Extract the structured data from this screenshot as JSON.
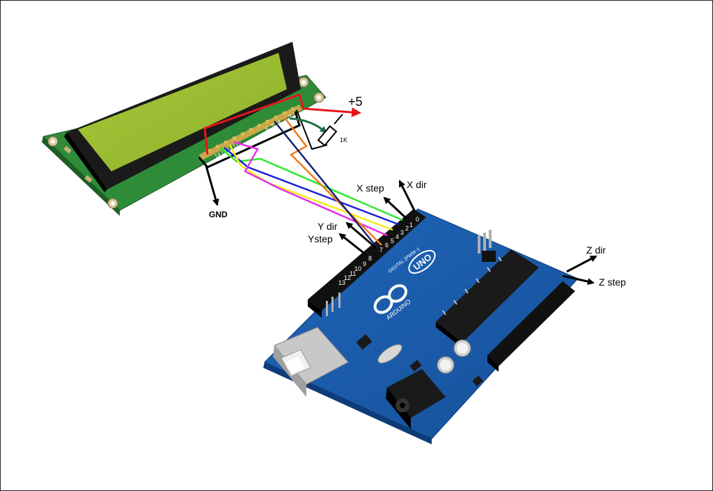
{
  "labels": {
    "plus5": "+5",
    "gnd": "GND",
    "resistor": "1K",
    "x_step": "X step",
    "x_dir": "X dir",
    "y_dir": "Y dir",
    "y_step": "Ystep",
    "z_dir": "Z dir",
    "z_step": "Z step"
  },
  "lcd_pins": {
    "p14": "14",
    "p13": "13",
    "p12": "12",
    "p11": "11",
    "p6": "6",
    "p5": "5",
    "p4": "4",
    "p3": "3",
    "p2": "2",
    "p1": "1"
  },
  "arduino_pins": {
    "d0": "0",
    "d1": "1",
    "d2": "2",
    "d3": "3",
    "d4": "4",
    "d5": "5",
    "d6": "6",
    "d7": "7",
    "d8": "8",
    "d9": "9",
    "d10": "10",
    "d11": "11",
    "d12": "12",
    "d13": "13"
  },
  "board": {
    "uno": "UNO",
    "brand": "ARDUINO",
    "digital": "DIGITAL (PWM~)"
  },
  "wire_colors": {
    "red": "#e8141a",
    "black": "#000000",
    "green": "#2ee82e",
    "blue": "#1a22d6",
    "yellow": "#f2ee14",
    "magenta": "#e82ee8",
    "orange": "#f07a1e",
    "navy": "#14206e",
    "darkgreen": "#1e6e46"
  }
}
